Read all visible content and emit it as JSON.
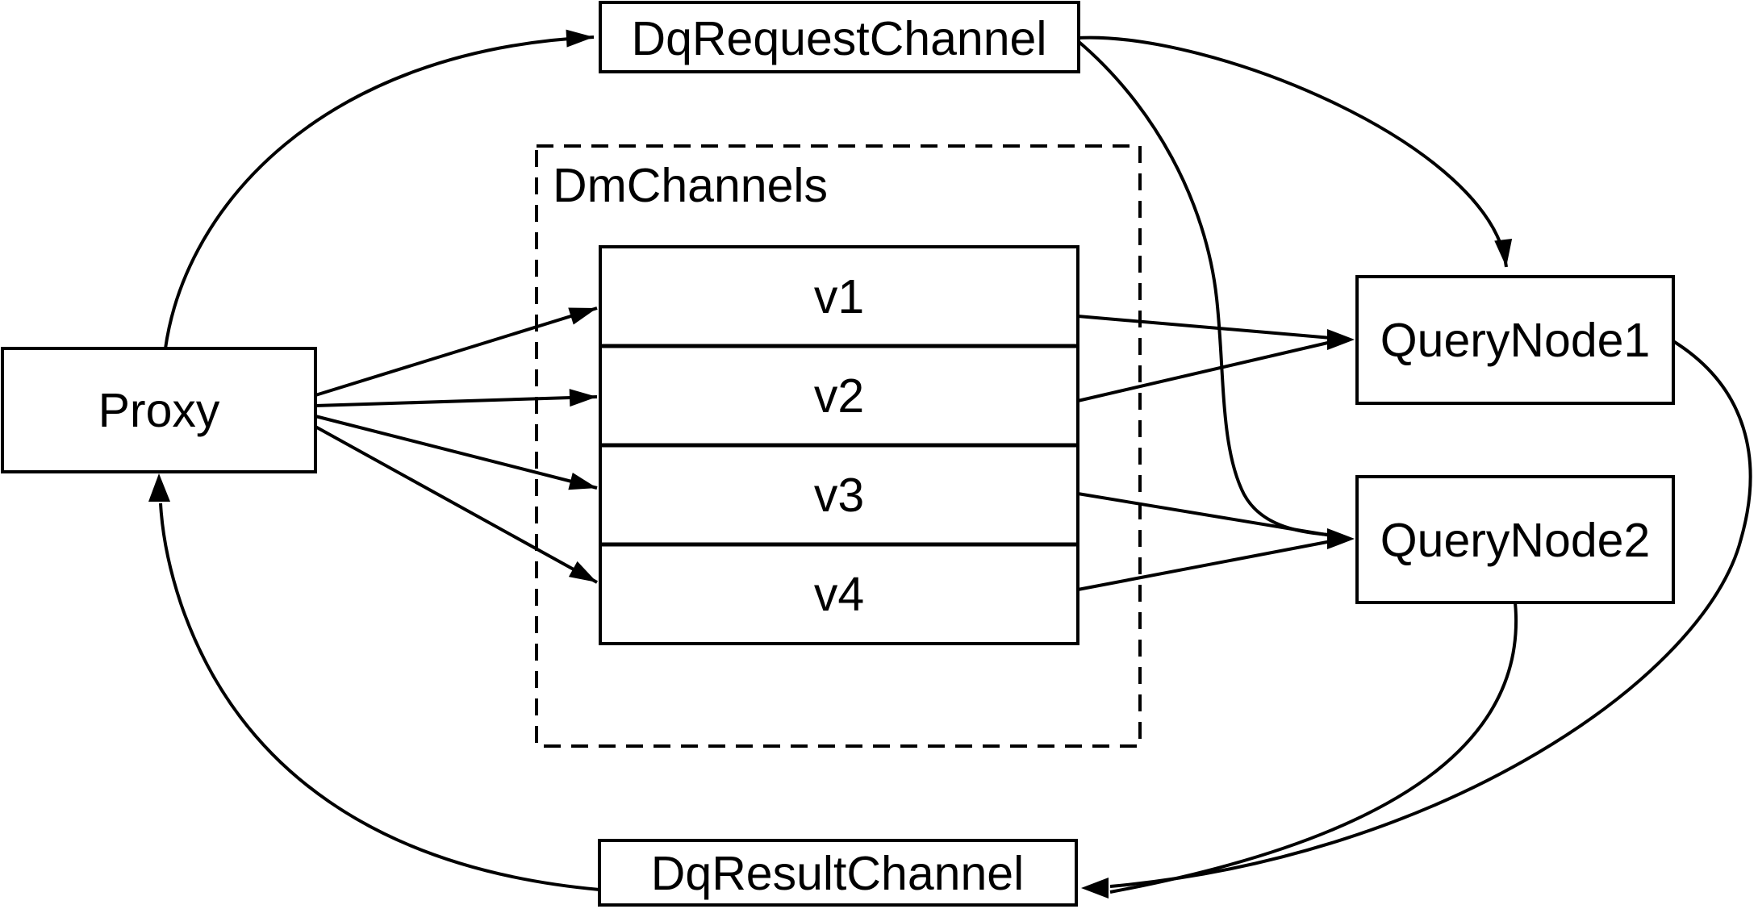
{
  "diagram": {
    "background_color": "#ffffff",
    "line_color": "#000000",
    "nodes": {
      "proxy": {
        "label": "Proxy"
      },
      "dq_request_channel": {
        "label": "DqRequestChannel"
      },
      "dm_channels": {
        "label": "DmChannels",
        "channels": [
          {
            "label": "v1"
          },
          {
            "label": "v2"
          },
          {
            "label": "v3"
          },
          {
            "label": "v4"
          }
        ]
      },
      "query_node_1": {
        "label": "QueryNode1"
      },
      "query_node_2": {
        "label": "QueryNode2"
      },
      "dq_result_channel": {
        "label": "DqResultChannel"
      }
    },
    "edges": [
      {
        "from": "Proxy",
        "to": "DqRequestChannel"
      },
      {
        "from": "DqRequestChannel",
        "to": "QueryNode1"
      },
      {
        "from": "DqRequestChannel",
        "to": "QueryNode2"
      },
      {
        "from": "Proxy",
        "to": "v1"
      },
      {
        "from": "Proxy",
        "to": "v2"
      },
      {
        "from": "Proxy",
        "to": "v3"
      },
      {
        "from": "Proxy",
        "to": "v4"
      },
      {
        "from": "v1",
        "to": "QueryNode1"
      },
      {
        "from": "v2",
        "to": "QueryNode1"
      },
      {
        "from": "v3",
        "to": "QueryNode2"
      },
      {
        "from": "v4",
        "to": "QueryNode2"
      },
      {
        "from": "QueryNode1",
        "to": "DqResultChannel"
      },
      {
        "from": "QueryNode2",
        "to": "DqResultChannel"
      },
      {
        "from": "DqResultChannel",
        "to": "Proxy"
      }
    ]
  }
}
